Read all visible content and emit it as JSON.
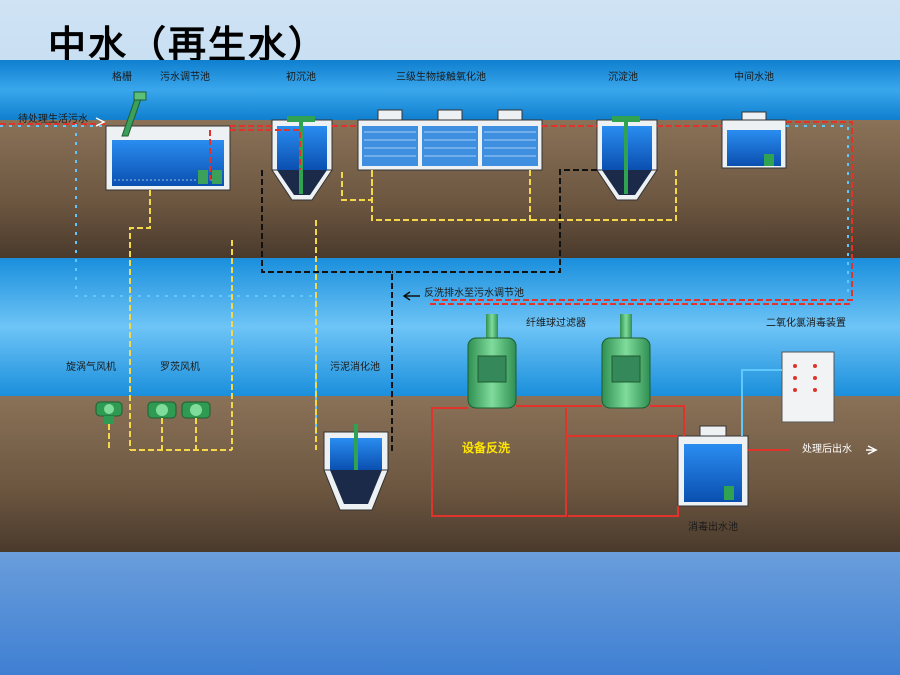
{
  "title": "中水（再生水）",
  "labels": {
    "bar_screen": "格栅",
    "equalization_tank": "污水调节池",
    "primary_clarifier": "初沉池",
    "contact_oxidation": "三级生物接触氧化池",
    "secondary_clarifier": "沉淀池",
    "intermediate_tank": "中间水池",
    "inlet": "待处理生活污水",
    "backwash_return": "反洗排水至污水调节池",
    "fiber_filter": "纤维球过滤器",
    "chlorine_dioxide": "二氧化氯消毒装置",
    "vortex_blower": "旋涡气风机",
    "roots_blower": "罗茨风机",
    "sludge_digester": "污泥消化池",
    "backwash_equipment": "设备反洗",
    "treated_outlet": "处理后出水",
    "disinfection_tank": "消毒出水池"
  },
  "colors": {
    "sky_band": "#1d8fd8",
    "ground": "#6e5a45",
    "ground_dark": "#4a3a2c",
    "water": "#1f7be0",
    "tank": "#eef1f3",
    "pipe_red": "#e0332b",
    "pipe_blue": "#5ec8ff",
    "pipe_yellow": "#f4d84a",
    "pipe_black": "#111111",
    "equipment_green": "#45b06a",
    "backwash_text": "#ffe600"
  }
}
